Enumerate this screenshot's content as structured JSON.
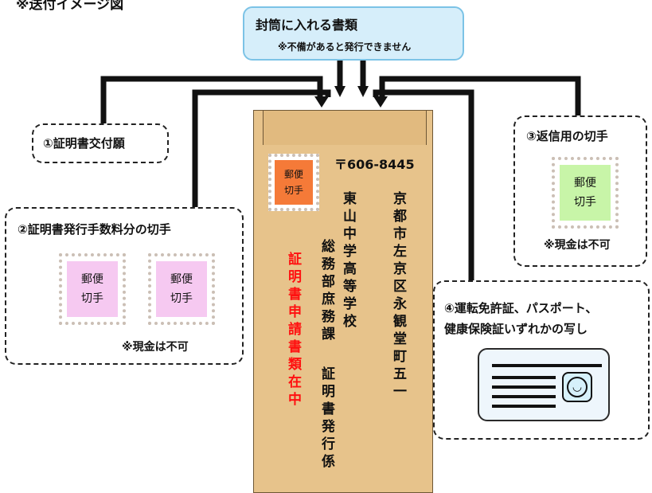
{
  "header": {
    "title": "※送付イメージ図"
  },
  "top_box": {
    "title": "封筒に入れる書類",
    "note": "※不備があると発行できません"
  },
  "item1": {
    "label": "①証明書交付願"
  },
  "item2": {
    "label": "②証明書発行手数料分の切手",
    "stamps": [
      {
        "line1": "郵便",
        "line2": "切手"
      },
      {
        "line1": "郵便",
        "line2": "切手"
      }
    ],
    "note": "※現金は不可"
  },
  "item3": {
    "label": "③返信用の切手",
    "stamp": {
      "line1": "郵便",
      "line2": "切手"
    },
    "note": "※現金は不可"
  },
  "item4": {
    "line1": "④運転免許証、パスポート、",
    "line2": "健康保険証いずれかの写し",
    "card_icon": "id-card-icon",
    "face_icon": "smiley-face-icon"
  },
  "envelope": {
    "stamp": {
      "line1": "郵便",
      "line2": "切手"
    },
    "postal_code": "〒606-8445",
    "address": "京都市左京区永観堂町五一",
    "school": "東山中学高等学校",
    "department": "総務部庶務課",
    "section": "証明書発行係",
    "red_notice": "証明書申請書類在中"
  },
  "colors": {
    "top_box_fill": "#d6eefa",
    "top_box_border": "#7cc3e6",
    "envelope": "#e7c38b",
    "red_text": "#ff1010",
    "stamp_pink": "#f6c9f1",
    "stamp_green": "#c8f5a8",
    "stamp_orange": "#f57a38"
  }
}
